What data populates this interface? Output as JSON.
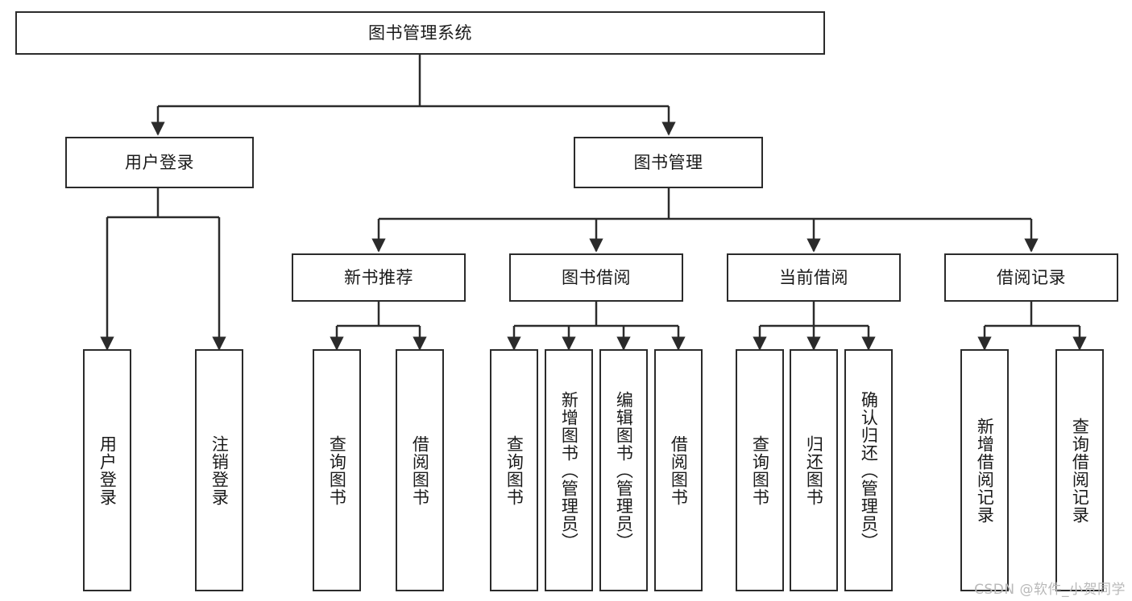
{
  "diagram": {
    "type": "tree",
    "title": "图书管理系统",
    "root": {
      "id": "root",
      "label": "图书管理系统"
    },
    "level2": [
      {
        "id": "user-login",
        "label": "用户登录"
      },
      {
        "id": "book-manage",
        "label": "图书管理"
      }
    ],
    "level3": [
      {
        "id": "new-book-rec",
        "label": "新书推荐",
        "parent": "book-manage"
      },
      {
        "id": "book-borrow",
        "label": "图书借阅",
        "parent": "book-manage"
      },
      {
        "id": "current-borrow",
        "label": "当前借阅",
        "parent": "book-manage"
      },
      {
        "id": "borrow-record",
        "label": "借阅记录",
        "parent": "book-manage"
      }
    ],
    "leaves": [
      {
        "id": "leaf-user-login",
        "label": "用户登录",
        "parent": "user-login"
      },
      {
        "id": "leaf-logout",
        "label": "注销登录",
        "parent": "user-login"
      },
      {
        "id": "leaf-query-book-1",
        "label": "查询图书",
        "parent": "new-book-rec"
      },
      {
        "id": "leaf-borrow-book-1",
        "label": "借阅图书",
        "parent": "new-book-rec"
      },
      {
        "id": "leaf-query-book-2",
        "label": "查询图书",
        "parent": "book-borrow"
      },
      {
        "id": "leaf-add-book",
        "label": "新增图书（管理员）",
        "parent": "book-borrow"
      },
      {
        "id": "leaf-edit-book",
        "label": "编辑图书（管理员）",
        "parent": "book-borrow"
      },
      {
        "id": "leaf-borrow-book-2",
        "label": "借阅图书",
        "parent": "book-borrow"
      },
      {
        "id": "leaf-query-book-3",
        "label": "查询图书",
        "parent": "current-borrow"
      },
      {
        "id": "leaf-return-book",
        "label": "归还图书",
        "parent": "current-borrow"
      },
      {
        "id": "leaf-confirm-return",
        "label": "确认归还（管理员）",
        "parent": "current-borrow"
      },
      {
        "id": "leaf-add-record",
        "label": "新增借阅记录",
        "parent": "borrow-record"
      },
      {
        "id": "leaf-query-record",
        "label": "查询借阅记录",
        "parent": "borrow-record"
      }
    ]
  },
  "watermark": {
    "text": "CSDN @软件_小贺同学"
  },
  "colors": {
    "stroke": "#2b2b2b",
    "background": "#ffffff",
    "text": "#1a1a1a",
    "watermark": "#b9b9b9"
  }
}
